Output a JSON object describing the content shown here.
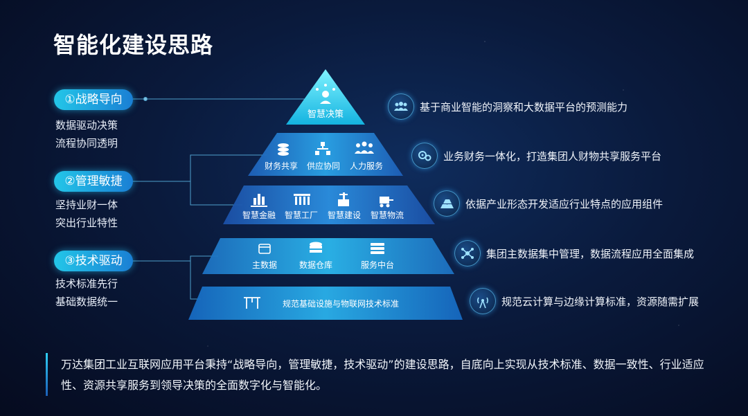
{
  "title": "智能化建设思路",
  "left": [
    {
      "label": "①战略导向",
      "lines": [
        "数据驱动决策",
        "流程协同透明"
      ]
    },
    {
      "label": "②管理敏捷",
      "lines": [
        "坚持业财一体",
        "突出行业特性"
      ]
    },
    {
      "label": "③技术驱动",
      "lines": [
        "技术标准先行",
        "基础数据统一"
      ]
    }
  ],
  "pyramid": {
    "top": {
      "label": "智慧决策"
    },
    "level2": [
      "财务共享",
      "供应协同",
      "人力服务"
    ],
    "level3": [
      "智慧金融",
      "智慧工厂",
      "智慧建设",
      "智慧物流"
    ],
    "level4": [
      "主数据",
      "数据仓库",
      "服务中台"
    ],
    "base": "规范基础设施与物联网技术标准"
  },
  "descriptions": [
    {
      "icon": "people-group-icon",
      "text": "基于商业智能的洞察和大数据平台的预测能力"
    },
    {
      "icon": "gears-icon",
      "text": "业务财务一体化，打造集团人财物共享服务平台"
    },
    {
      "icon": "gold-bars-icon",
      "text": "依据产业形态开发适应行业特点的应用组件"
    },
    {
      "icon": "network-nodes-icon",
      "text": "集团主数据集中管理，数据流程应用全面集成"
    },
    {
      "icon": "signal-tower-icon",
      "text": "规范云计算与边缘计算标准，资源随需扩展"
    }
  ],
  "summary": "万达集团工业互联网应用平台秉持“战略导向，管理敏捷，技术驱动”的建设思路，自底向上实现从技术标准、数据一致性、行业适应性、资源共享服务到领导决策的全面数字化与智能化。",
  "colors": {
    "accent": "#23c6e8",
    "deep": "#1a7fd4",
    "background": "#0a1a3c"
  }
}
